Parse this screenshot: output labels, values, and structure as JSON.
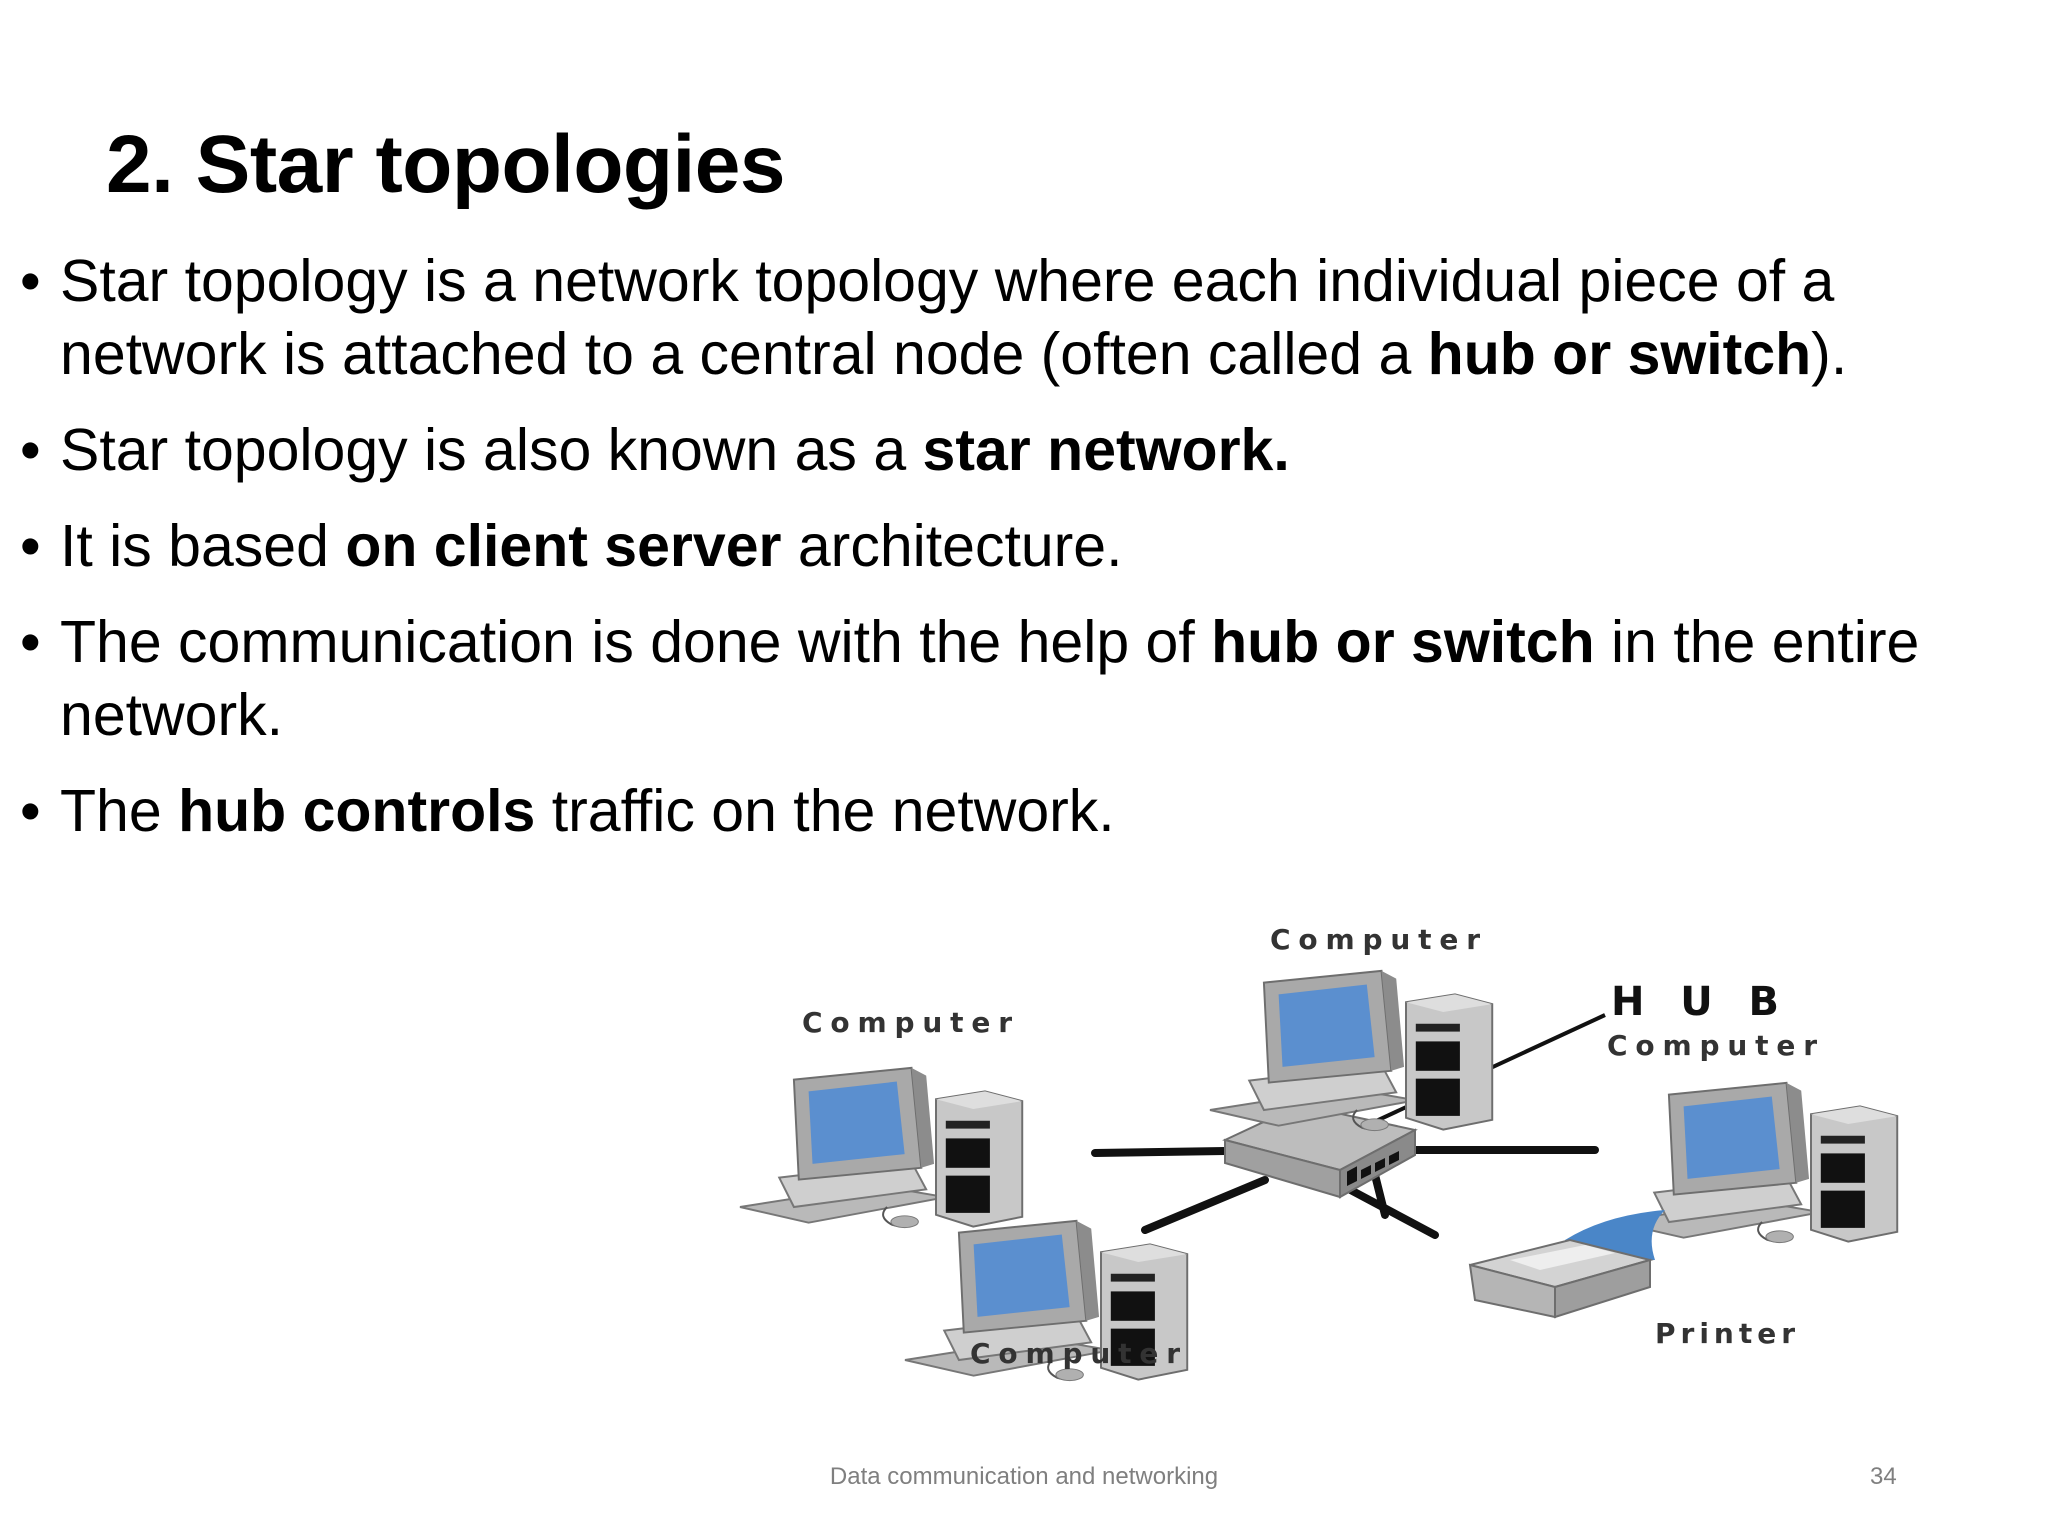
{
  "slide": {
    "title": "2. Star topologies",
    "bullets": [
      {
        "parts": [
          {
            "text": "Star topology is a network topology where each individual piece of a network is attached to a central node (often called a ",
            "bold": false
          },
          {
            "text": "hub or switch",
            "bold": true
          },
          {
            "text": ").",
            "bold": false
          }
        ]
      },
      {
        "parts": [
          {
            "text": "Star topology is also known as a ",
            "bold": false
          },
          {
            "text": "star network.",
            "bold": true
          }
        ]
      },
      {
        "parts": [
          {
            "text": "It is based ",
            "bold": false
          },
          {
            "text": "on client server",
            "bold": true
          },
          {
            "text": " architecture.",
            "bold": false
          }
        ]
      },
      {
        "parts": [
          {
            "text": "The communication is done with the help of ",
            "bold": false
          },
          {
            "text": "hub or switch",
            "bold": true
          },
          {
            "text": " in the entire network.",
            "bold": false
          }
        ]
      },
      {
        "parts": [
          {
            "text": "The ",
            "bold": false
          },
          {
            "text": "hub controls",
            "bold": true
          },
          {
            "text": " traffic on the network.",
            "bold": false
          }
        ]
      }
    ],
    "bullet_symbol": "•"
  },
  "diagram": {
    "labels": {
      "computer_top": "Computer",
      "computer_left": "Computer",
      "computer_right": "Computer",
      "computer_bottom": "Computer",
      "hub": "HUB",
      "printer": "Printer"
    },
    "colors": {
      "screen": "#5b8fcf",
      "case": "#c8c8c8",
      "case_dark": "#8c8c8c",
      "cable": "#111111",
      "paper": "#4a86c8"
    }
  },
  "footer": {
    "text": "Data communication and networking",
    "page_number": "34"
  }
}
